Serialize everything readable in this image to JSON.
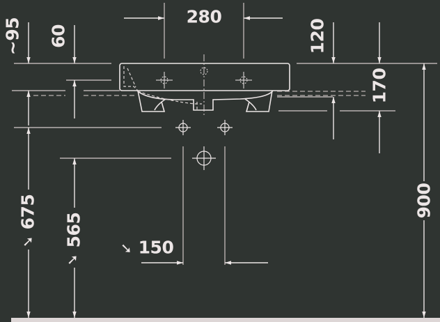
{
  "drawing": {
    "subject": "Wall-mounted washbasin — front elevation with installation dimensions",
    "units": "mm",
    "colors": {
      "background": "#2f3431",
      "line": "#ece6e6",
      "dim_line": "#b9b1b1",
      "text": "#ece6e6"
    }
  },
  "dimensions": {
    "d280": {
      "value": "280",
      "meaning": "tap-hole / bracket spacing (horizontal)"
    },
    "d95": {
      "value": "~95",
      "meaning": "approx. height from rim to waste outlet level"
    },
    "d60": {
      "value": "60",
      "meaning": "bracket height offset"
    },
    "d120": {
      "value": "120",
      "meaning": "rim to overflow offset"
    },
    "d170": {
      "value": "170",
      "meaning": "basin body height"
    },
    "d675": {
      "value": "675",
      "meaning": "floor to waste/bracket line"
    },
    "d565": {
      "value": "565",
      "meaning": "floor to supply connection"
    },
    "d150": {
      "value": "150",
      "meaning": "supply pipe spacing"
    },
    "d900": {
      "value": "900",
      "meaning": "floor to basin rim"
    }
  },
  "pointer_arrows": {
    "near_675": "➚",
    "near_565": "➚",
    "near_150": "➘"
  }
}
